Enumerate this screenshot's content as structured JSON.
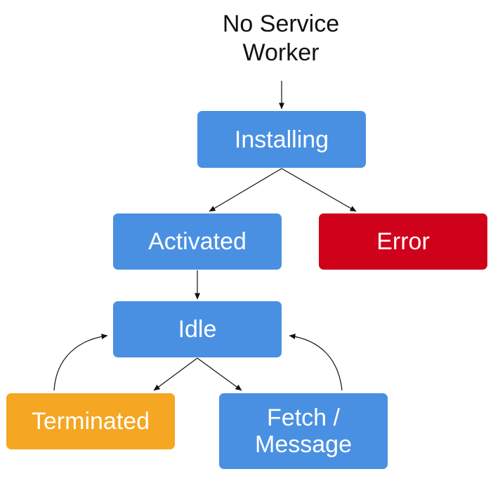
{
  "start": {
    "label": "No Service Worker"
  },
  "nodes": {
    "installing": {
      "label": "Installing",
      "color": "#4a90e2"
    },
    "activated": {
      "label": "Activated",
      "color": "#4a90e2"
    },
    "error": {
      "label": "Error",
      "color": "#d0021b"
    },
    "idle": {
      "label": "Idle",
      "color": "#4a90e2"
    },
    "terminated": {
      "label": "Terminated",
      "color": "#f5a623"
    },
    "fetch": {
      "label": "Fetch / Message",
      "color": "#4a90e2"
    }
  },
  "edges": [
    {
      "from": "start",
      "to": "installing"
    },
    {
      "from": "installing",
      "to": "activated"
    },
    {
      "from": "installing",
      "to": "error"
    },
    {
      "from": "activated",
      "to": "idle"
    },
    {
      "from": "idle",
      "to": "terminated"
    },
    {
      "from": "idle",
      "to": "fetch"
    },
    {
      "from": "terminated",
      "to": "idle"
    },
    {
      "from": "fetch",
      "to": "idle"
    }
  ],
  "colors": {
    "edge": "#111111",
    "text_on_node": "#ffffff"
  }
}
